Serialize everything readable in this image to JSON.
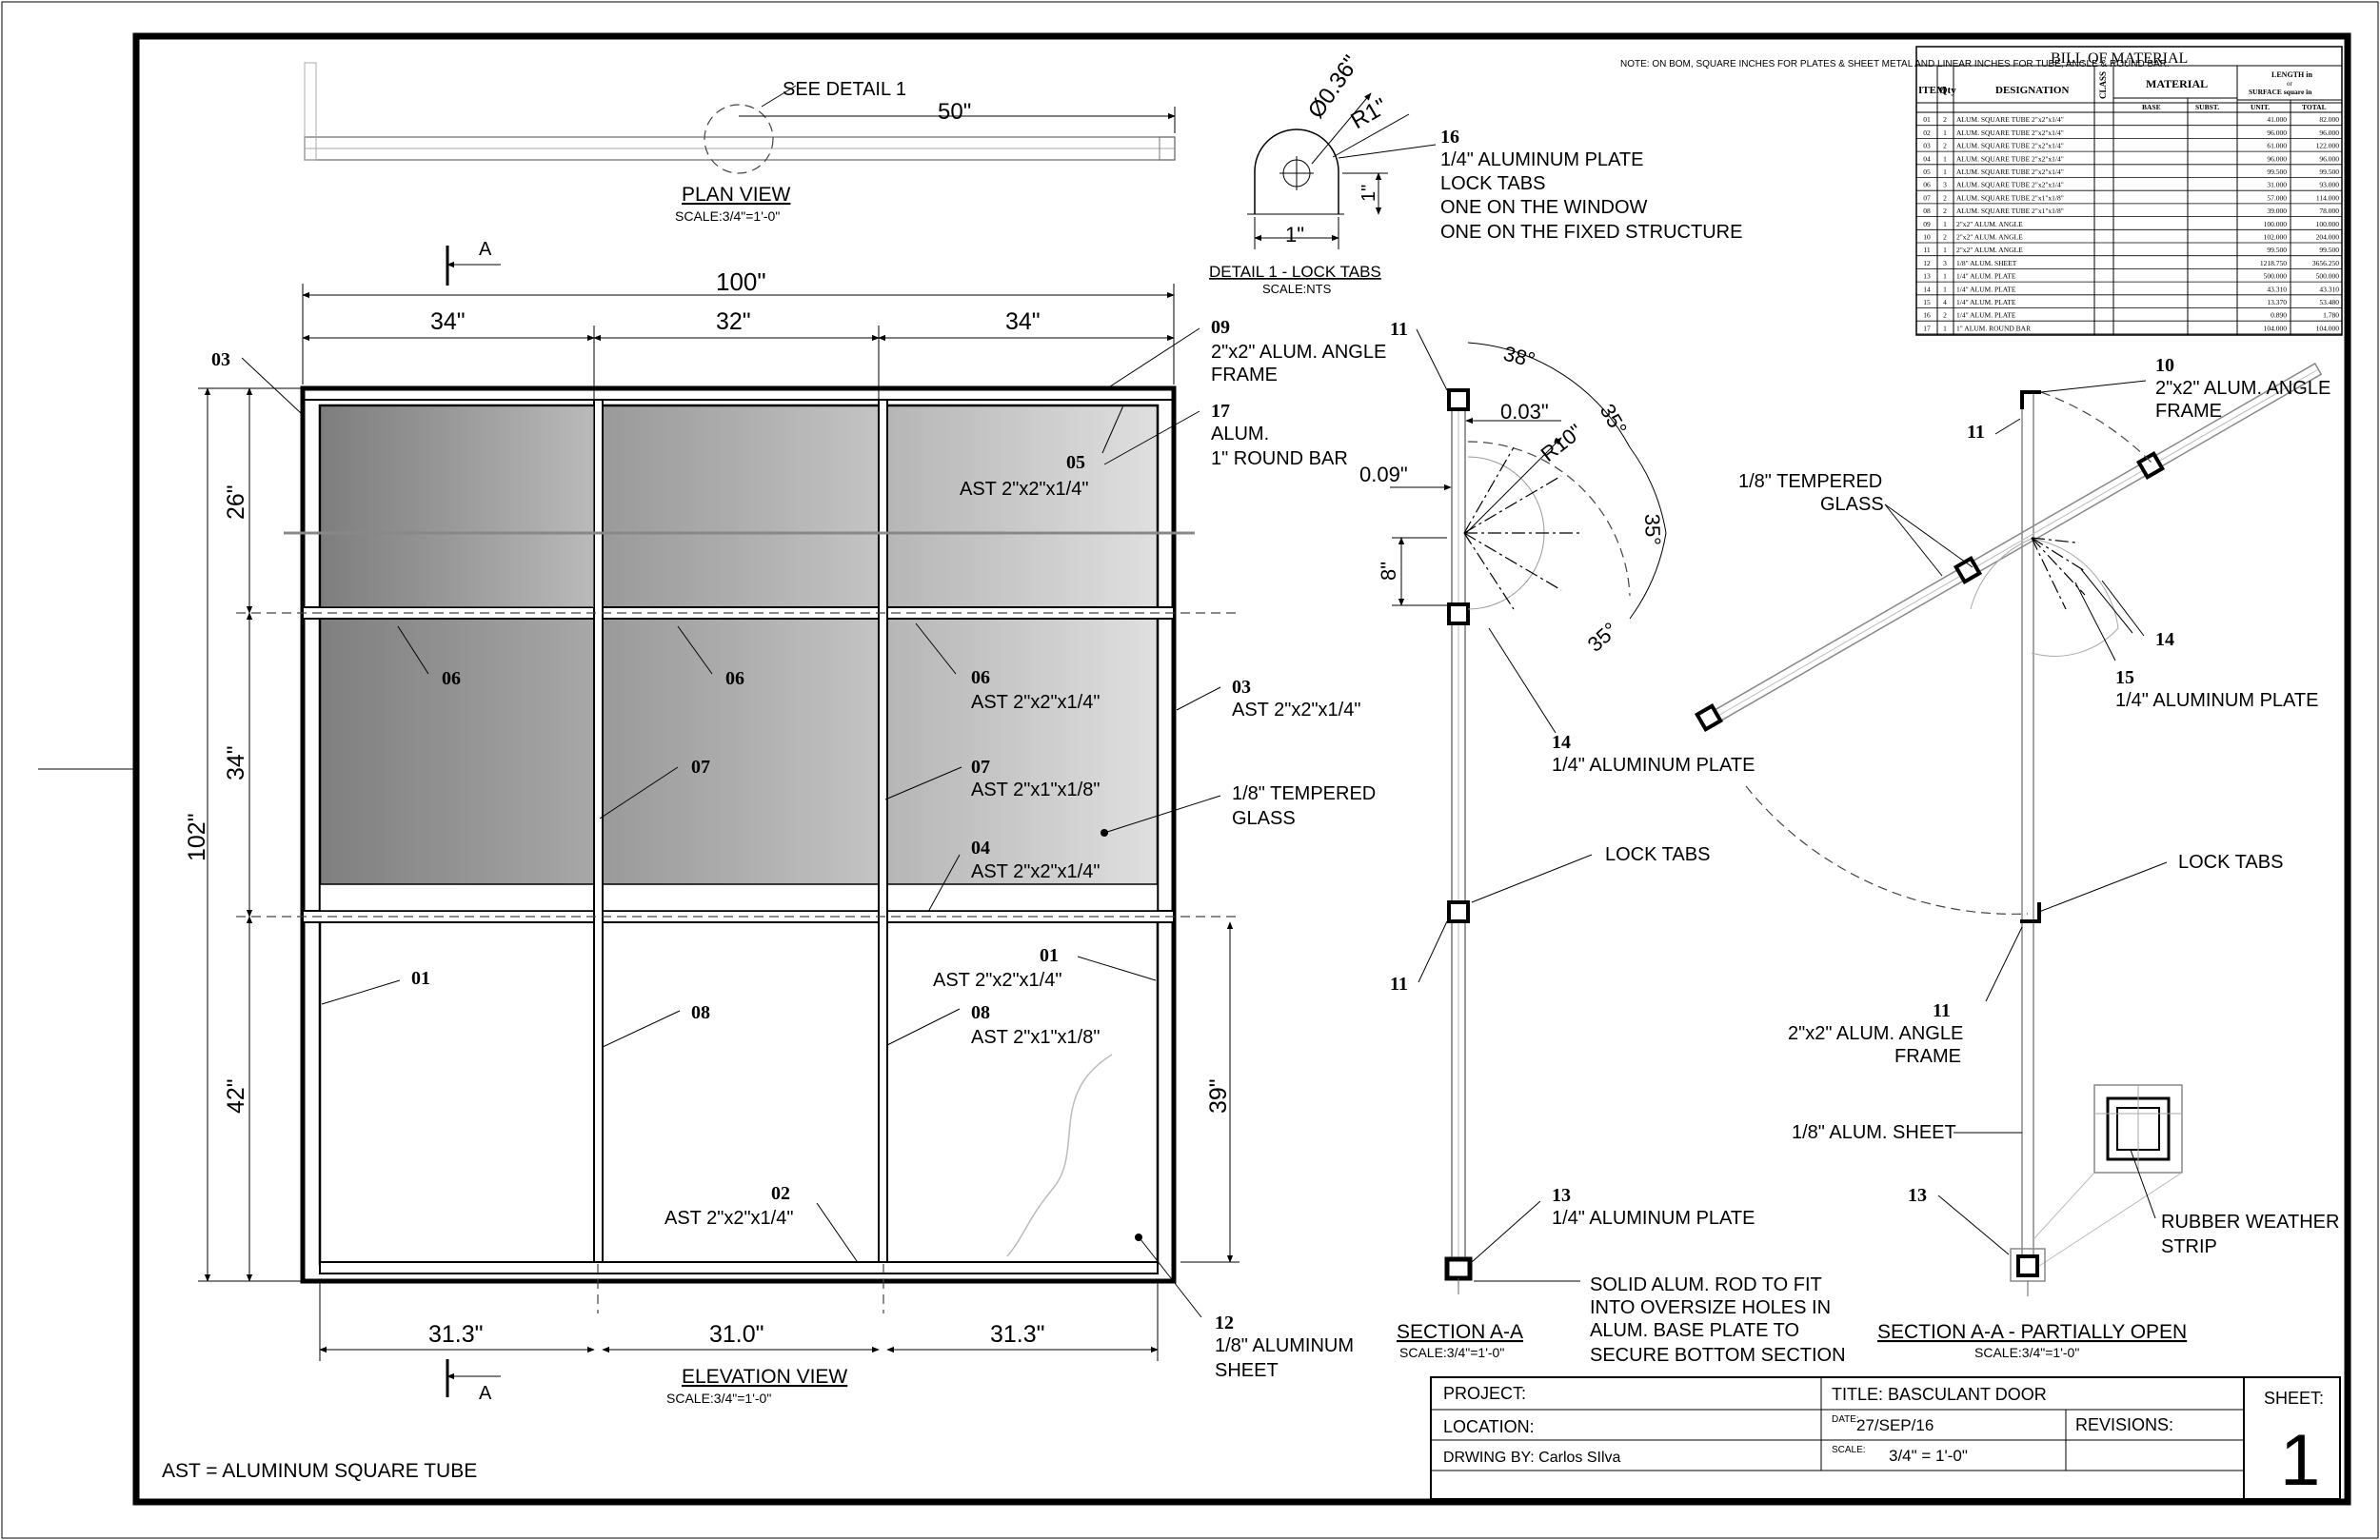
{
  "note": "NOTE: ON BOM, SQUARE INCHES FOR PLATES & SHEET METAL AND LINEAR INCHES FOR TUBE, ANGLE & ROUND BAR.",
  "plan_view": {
    "title": "PLAN VIEW",
    "scale": "SCALE:3/4\"=1'-0\"",
    "see_detail": "SEE DETAIL 1",
    "dim": "50\""
  },
  "detail1": {
    "title": "DETAIL 1 - LOCK TABS",
    "scale": "SCALE:NTS",
    "dia": "Ø0.36\"",
    "radius": "R1\"",
    "h": "1\"",
    "w": "1\"",
    "callout_num": "16",
    "callout_lines": [
      "1/4\" ALUMINUM PLATE",
      "LOCK TABS",
      "ONE ON THE WINDOW",
      "ONE ON THE FIXED STRUCTURE"
    ]
  },
  "elevation": {
    "title": "ELEVATION VIEW",
    "scale": "SCALE:3/4\"=1'-0\"",
    "section_marker": "A",
    "dims_top": {
      "total": "100\"",
      "w1": "34\"",
      "w2": "32\"",
      "w3": "34\""
    },
    "dims_left": {
      "total": "102\"",
      "h1": "26\"",
      "h2": "34\"",
      "h3": "42\""
    },
    "dims_bottom": {
      "w1": "31.3\"",
      "w2": "31.0\"",
      "w3": "31.3\""
    },
    "dim_right": "39\"",
    "callouts": {
      "c03a": "03",
      "c09": "09",
      "c09_l1": "2\"x2\" ALUM. ANGLE",
      "c09_l2": "FRAME",
      "c17": "17",
      "c17_l1": "ALUM.",
      "c17_l2": "1\" ROUND BAR",
      "c05": "05",
      "c05_l1": "AST 2\"x2\"x1/4\"",
      "c06a": "06",
      "c06b": "06",
      "c06c": "06",
      "c06c_l1": "AST 2\"x2\"x1/4\"",
      "c03b": "03",
      "c03b_l1": "AST 2\"x2\"x1/4\"",
      "c07a": "07",
      "c07b": "07",
      "c07b_l1": "AST 2\"x1\"x1/8\"",
      "glass_l1": "1/8\" TEMPERED",
      "glass_l2": "GLASS",
      "c04": "04",
      "c04_l1": "AST 2\"x2\"x1/4\"",
      "c01a": "01",
      "c01b": "01",
      "c01b_l1": "AST 2\"x2\"x1/4\"",
      "c08a": "08",
      "c08b": "08",
      "c08b_l1": "AST 2\"x1\"x1/8\"",
      "c02": "02",
      "c02_l1": "AST 2\"x2\"x1/4\"",
      "c12": "12",
      "c12_l1": "1/8\" ALUMINUM",
      "c12_l2": "SHEET"
    }
  },
  "legend": "AST = ALUMINUM SQUARE TUBE",
  "section_aa": {
    "title": "SECTION A-A",
    "scale": "SCALE:3/4\"=1'-0\"",
    "a38": "38°",
    "a35a": "35°",
    "a35b": "35°",
    "a35c": "35°",
    "d003": "0.03\"",
    "r10": "R10\"",
    "d009": "0.09\"",
    "d8": "8\"",
    "n11a": "11",
    "n11b": "11",
    "n14": "14",
    "n14_l1": "1/4\" ALUMINUM PLATE",
    "lock": "LOCK TABS",
    "n13": "13",
    "n13_l1": "1/4\" ALUMINUM PLATE",
    "rod_lines": [
      "SOLID ALUM. ROD TO FIT",
      "INTO OVERSIZE HOLES IN",
      "ALUM. BASE PLATE TO",
      "SECURE BOTTOM SECTION"
    ]
  },
  "section_partial": {
    "title": "SECTION A-A - PARTIALLY OPEN",
    "scale": "SCALE:3/4\"=1'-0\"",
    "n10": "10",
    "n10_l1": "2\"x2\" ALUM. ANGLE",
    "n10_l2": "FRAME",
    "n11a": "11",
    "glass_l1": "1/8\" TEMPERED",
    "glass_l2": "GLASS",
    "n14": "14",
    "n15": "15",
    "n15_l1": "1/4\" ALUMINUM PLATE",
    "lock": "LOCK TABS",
    "n11b": "11",
    "angle_l1": "2\"x2\" ALUM. ANGLE",
    "angle_l2": "FRAME",
    "sheet": "1/8\" ALUM. SHEET",
    "n13": "13",
    "rubber_l1": "RUBBER WEATHER",
    "rubber_l2": "STRIP"
  },
  "bom": {
    "title": "BILL OF MATERIAL",
    "h_item": "ITEM",
    "h_qty": "Qty",
    "h_desig": "DESIGNATION",
    "h_class": "CLASS",
    "h_material": "MATERIAL",
    "h_base": "BASE",
    "h_subst": "SUBST.",
    "h_len1": "LENGTH in",
    "h_len2": "or",
    "h_len3": "SURFACE square in",
    "h_unit": "UNIT.",
    "h_total": "TOTAL",
    "rows": [
      [
        "01",
        "2",
        "ALUM. SQUARE TUBE 2\"x2\"x1/4\"",
        "41.000",
        "82.000"
      ],
      [
        "02",
        "1",
        "ALUM. SQUARE TUBE 2\"x2\"x1/4\"",
        "96.000",
        "96.000"
      ],
      [
        "03",
        "2",
        "ALUM. SQUARE TUBE 2\"x2\"x1/4\"",
        "61.000",
        "122.000"
      ],
      [
        "04",
        "1",
        "ALUM. SQUARE TUBE 2\"x2\"x1/4\"",
        "96.000",
        "96.000"
      ],
      [
        "05",
        "1",
        "ALUM. SQUARE TUBE 2\"x2\"x1/4\"",
        "99.500",
        "99.500"
      ],
      [
        "06",
        "3",
        "ALUM. SQUARE TUBE 2\"x2\"x1/4\"",
        "31.000",
        "93.000"
      ],
      [
        "07",
        "2",
        "ALUM. SQUARE TUBE 2\"x1\"x1/8\"",
        "57.000",
        "114.000"
      ],
      [
        "08",
        "2",
        "ALUM. SQUARE TUBE 2\"x1\"x1/8\"",
        "39.000",
        "78.000"
      ],
      [
        "09",
        "1",
        "2\"x2\" ALUM. ANGLE",
        "100.000",
        "100.000"
      ],
      [
        "10",
        "2",
        "2\"x2\" ALUM. ANGLE",
        "102.000",
        "204.000"
      ],
      [
        "11",
        "1",
        "2\"x2\" ALUM. ANGLE",
        "99.500",
        "99.500"
      ],
      [
        "12",
        "3",
        "1/8\" ALUM. SHEET",
        "1218.750",
        "3656.250"
      ],
      [
        "13",
        "1",
        "1/4\" ALUM. PLATE",
        "500.000",
        "500.000"
      ],
      [
        "14",
        "1",
        "1/4\" ALUM. PLATE",
        "43.310",
        "43.310"
      ],
      [
        "15",
        "4",
        "1/4\" ALUM. PLATE",
        "13.370",
        "53.480"
      ],
      [
        "16",
        "2",
        "1/4\" ALUM. PLATE",
        "0.890",
        "1.780"
      ],
      [
        "17",
        "1",
        "1\" ALUM. ROUND BAR",
        "104.000",
        "104.000"
      ]
    ]
  },
  "title_block": {
    "project": "PROJECT:",
    "location": "LOCATION:",
    "drawn_by": "DRWING BY: Carlos SIlva",
    "title": "TITLE: BASCULANT DOOR",
    "date_label": "DATE:",
    "date": "27/SEP/16",
    "scale_label": "SCALE:",
    "scale": "3/4\" = 1'-0\"",
    "revisions": "REVISIONS:",
    "sheet_label": "SHEET:",
    "sheet_num": "1"
  }
}
